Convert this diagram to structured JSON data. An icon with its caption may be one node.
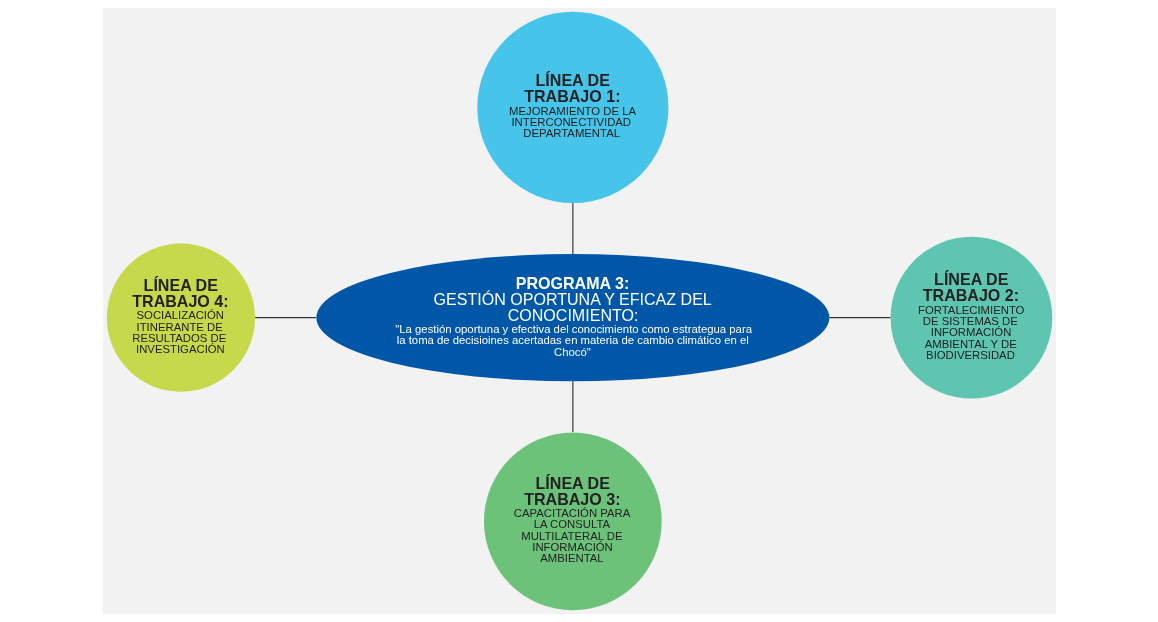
{
  "diagram": {
    "nodes": [
      {
        "text": [
          "PROGRAMA 3:",
          "GESTIÓN OPORTUNA Y EFICAZ DEL CONOCIMIENTO:",
          "\"La gestión oportuna y efectiva del conocimiento como estrategua para la toma de decisioines acertadas en materia de cambio climático en el Chocó\""
        ]
      },
      {
        "text": [
          "LÍNEA DE TRABAJO 1:",
          "MEJORAMIENTO DE LA INTERCONECTIVIDAD DEPARTAMENTAL"
        ]
      },
      {
        "text": [
          "LÍNEA DE TRABAJO 2:",
          "FORTALECIMIENTO DE SISTEMAS DE INFORMACIÓN AMBIENTAL Y DE BIODIVERSIDAD"
        ]
      },
      {
        "text": [
          "LÍNEA DE TRABAJO 3:",
          "CAPACITACIÓN PARA LA CONSULTA MULTILATERAL DE INFORMACIÓN AMBIENTAL"
        ]
      },
      {
        "text": [
          "LÍNEA DE TRABAJO 4:",
          "SOCIALIZACIÓN ITINERANTE DE RESULTADOS DE INVESTIGACIÓN"
        ]
      }
    ],
    "edges": [
      {
        "from": 1,
        "to": 0,
        "arrow": "none"
      },
      {
        "from": 4,
        "to": 0,
        "arrow": "none"
      },
      {
        "from": 0,
        "to": 2,
        "arrow": "none"
      },
      {
        "from": 0,
        "to": 3,
        "arrow": "none"
      }
    ]
  }
}
